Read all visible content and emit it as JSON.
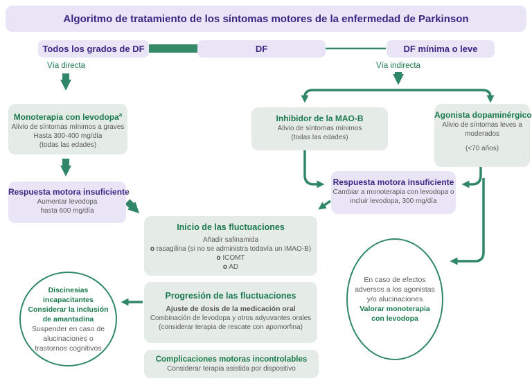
{
  "title": "Algoritmo de tratamiento de los síntomas motores de la enfermedad de Parkinson",
  "headers": {
    "all_grades": "Todos los grados de DF",
    "df": "DF",
    "df_min": "DF mínima o leve"
  },
  "paths": {
    "direct": "Vía directa",
    "indirect": "Vía indirecta"
  },
  "nodes": {
    "monoterapia": {
      "title": "Monoterapia con levodopa",
      "sup": "a",
      "lines": [
        "Alivio de síntomas mínimos a graves",
        "Hasta 300-400 mg/día",
        "(todas las edades)"
      ]
    },
    "respuesta_izq": {
      "title": "Respuesta motora insuficiente",
      "lines": [
        "Aumentar levodopa",
        "hasta 600 mg/día"
      ]
    },
    "mao_b": {
      "title": "Inhibidor de la MAO-B",
      "lines": [
        "Alivio de síntomas mínimos",
        "(todas las edades)"
      ]
    },
    "agonista": {
      "title": "Agonista dopaminérgico",
      "lines": [
        "Alivio de síntomas leves a",
        "moderados"
      ],
      "age": "(<70 años)"
    },
    "respuesta_der": {
      "title": "Respuesta motora insuficiente",
      "lines": [
        "Cambiar a monoterapia con levodopa o",
        "incluir levodopa, 300 mg/día"
      ]
    },
    "inicio": {
      "title": "Inicio de las fluctuaciones",
      "intro": "Añadir safinamida",
      "or": "o",
      "options": [
        "rasagilina (si no se administra todavía un IMAO-B)",
        "ICOMT",
        "AD"
      ]
    },
    "progresion": {
      "title": "Progresión de las fluctuaciones",
      "subtitle": "Ajuste de dosis de la medicación oral",
      "lines": [
        "Combinación de levodopa y otros adyuvantes orales",
        "(considerar terapia de rescate con apomorfina)"
      ]
    },
    "complicaciones": {
      "title": "Complicaciones motoras incontrolables",
      "lines": [
        "Considerar terapia asistida por dispositivo"
      ]
    },
    "discinesias": {
      "bold": [
        "Discinesias",
        "incapacitantes",
        "Considerar la inclusión",
        "de amantadina"
      ],
      "gray": [
        "Suspender en caso de",
        "alucinaciones o",
        "trastornos cognitivos"
      ]
    },
    "efectos": {
      "gray": [
        "En caso de efectos",
        "adversos a los agonistas",
        "y/o alucinaciones"
      ],
      "bold": [
        "Valorar monoterapia",
        "con levodopa"
      ]
    }
  },
  "colors": {
    "accent_green": "#2f8767",
    "text_green": "#1b7a4e",
    "text_purple": "#3d2683",
    "lavender_fill": "#e9e5f6",
    "green_fill": "#e5ebe6"
  }
}
